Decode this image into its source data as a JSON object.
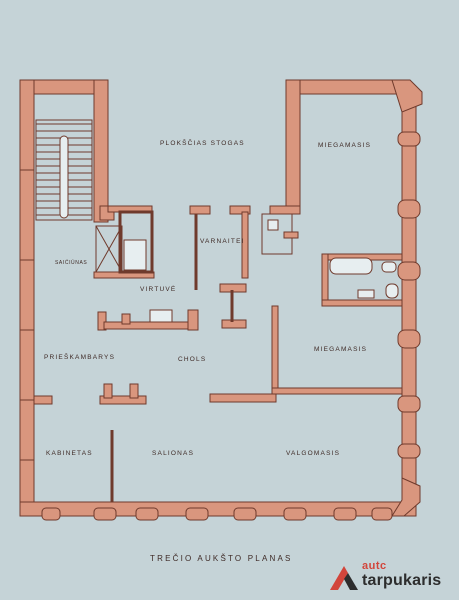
{
  "rooms": {
    "flat_roof": "PLOKŠČIAS STOGAS",
    "bedroom_top": "MIEGAMASIS",
    "dressing_room": "VARNAITEI",
    "side_room": "SAIĆIŪNAS",
    "kitchen": "VIRTUVĖ",
    "entrance_hall": "PRIEŠKAMBARYS",
    "hall": "CHOLS",
    "bedroom_middle": "MIEGAMASIS",
    "study": "KABINETAS",
    "salon": "SALIONAS",
    "dining_room": "VALGOMASIS"
  },
  "plan_title": "TREČIO AUKŠTO PLANAS",
  "watermark": {
    "line1": "autc",
    "line2": "tarpukaris"
  },
  "colors": {
    "paper": "#c5d3d7",
    "wall": "#d9967e",
    "outline": "#6f3a2c",
    "logo_accent": "#d2453b"
  }
}
